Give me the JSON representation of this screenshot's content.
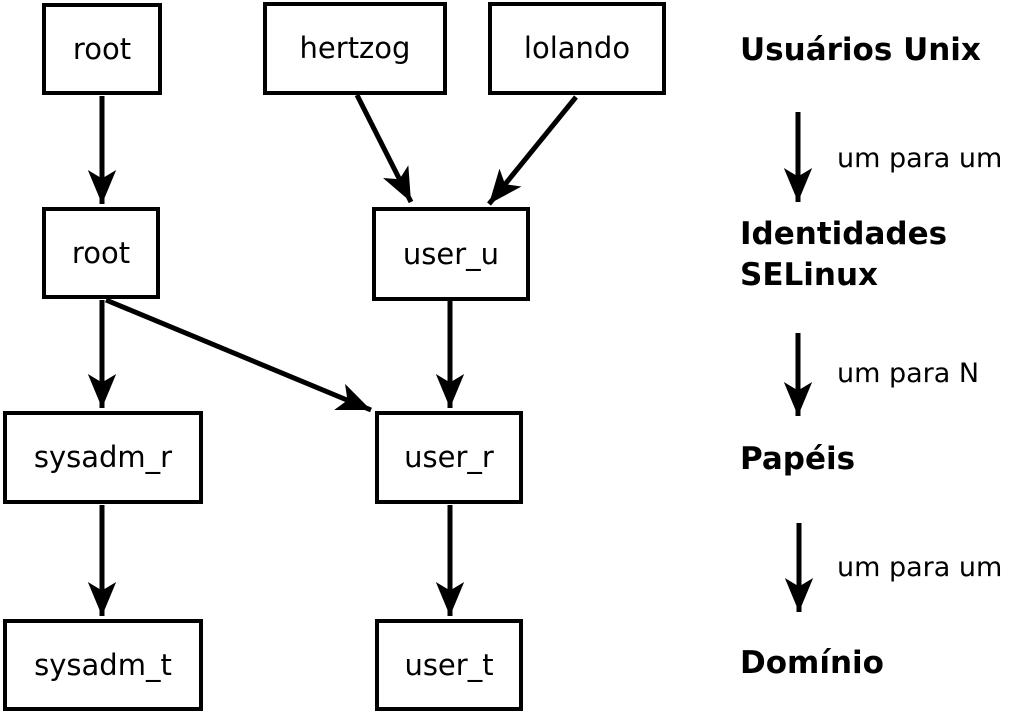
{
  "colors": {
    "foreground": "#000000",
    "background": "#ffffff"
  },
  "nodes": {
    "unix_root": "root",
    "unix_hertzog": "hertzog",
    "unix_lolando": "lolando",
    "selinux_root": "root",
    "selinux_user_u": "user_u",
    "role_sysadm_r": "sysadm_r",
    "role_user_r": "user_r",
    "type_sysadm_t": "sysadm_t",
    "type_user_t": "user_t"
  },
  "legend": {
    "unix_users": "Usuários Unix",
    "one_to_one_1": "um para um",
    "selinux_identities_line1": "Identidades",
    "selinux_identities_line2": "SELinux",
    "one_to_n": "um para N",
    "roles": "Papéis",
    "one_to_one_2": "um para um",
    "domain": "Domínio"
  }
}
